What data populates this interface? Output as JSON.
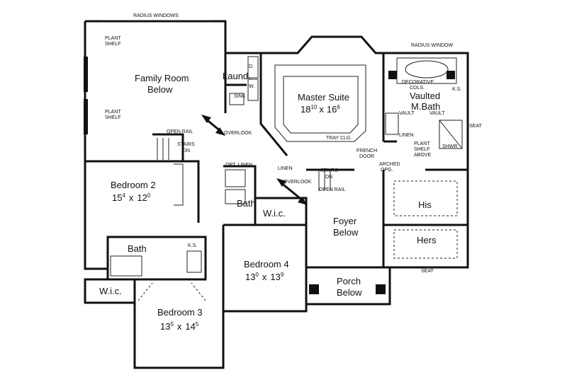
{
  "labels": {
    "radius_windows": "RADIUS WINDOWS",
    "radius_window": "RADIUS WINDOW",
    "plant_shelf": [
      "PLANT",
      "SHELF"
    ],
    "family_room": [
      "Family Room",
      "Below"
    ],
    "laund": "Laund.",
    "sink": "SINK",
    "d": "D.",
    "w": "W.",
    "master_suite": "Master Suite",
    "master_dim_a": "18",
    "master_dim_a_sup": "10",
    "master_dim_x": "x",
    "master_dim_b": "16",
    "master_dim_b_sup": "6",
    "tray_clg": "TRAY CLG.",
    "decorative_cols": [
      "DECORATIVE",
      "COLS."
    ],
    "vaulted_mbath": [
      "Vaulted",
      "M.Bath"
    ],
    "ks": "K.S.",
    "vault": "VAULT",
    "seat": "SEAT",
    "linen": "LINEN",
    "shwr": "SHWR",
    "plant_shelf_above": [
      "PLANT",
      "SHELF",
      "ABOVE"
    ],
    "french_door": [
      "FRENCH",
      "DOOR"
    ],
    "arched_opg": [
      "ARCHED",
      "OPG."
    ],
    "open_rail": "OPEN RAIL",
    "stairs": "STAIRS",
    "dn": "DN",
    "overlook": "OVERLOOK",
    "bedroom2": "Bedroom 2",
    "bedroom2_dim_a": "15",
    "bedroom2_dim_a_sup": "4",
    "bedroom2_dim_b": "12",
    "bedroom2_dim_b_sup": "0",
    "opt_linen": "OPT. LINEN",
    "bath": "Bath",
    "wic": "W.i.c.",
    "foyer": [
      "Foyer",
      "Below"
    ],
    "his": "His",
    "hers": "Hers",
    "bedroom4": "Bedroom 4",
    "bedroom4_dim_a": "13",
    "bedroom4_dim_a_sup": "0",
    "bedroom4_dim_b": "13",
    "bedroom4_dim_b_sup": "9",
    "porch": [
      "Porch",
      "Below"
    ],
    "bedroom3": "Bedroom 3",
    "bedroom3_dim_a": "13",
    "bedroom3_dim_a_sup": "5",
    "bedroom3_dim_b": "14",
    "bedroom3_dim_b_sup": "5"
  }
}
